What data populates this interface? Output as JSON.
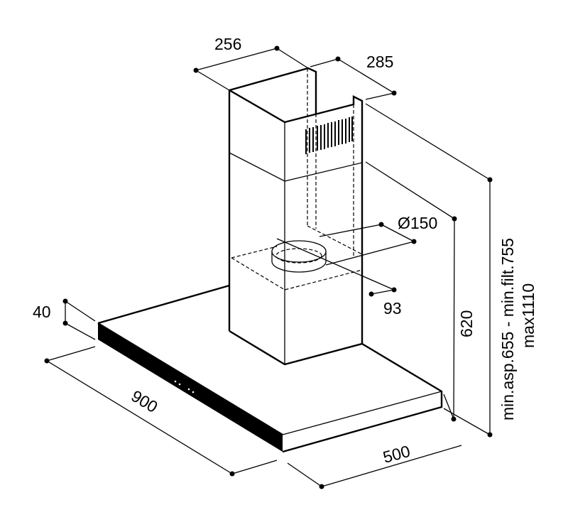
{
  "title": "Chimney cooker hood dimension drawing",
  "dimensions": {
    "chimney_width": "256",
    "chimney_depth": "285",
    "outlet_diameter": "Ø150",
    "outlet_offset": "93",
    "hood_thickness": "40",
    "hood_width": "900",
    "hood_depth": "500",
    "chimney_height": "620",
    "total_height_line1": "min.asp.655 - min.filt.755",
    "total_height_line2": "max1110"
  },
  "colors": {
    "line": "#000000",
    "background": "#ffffff"
  }
}
